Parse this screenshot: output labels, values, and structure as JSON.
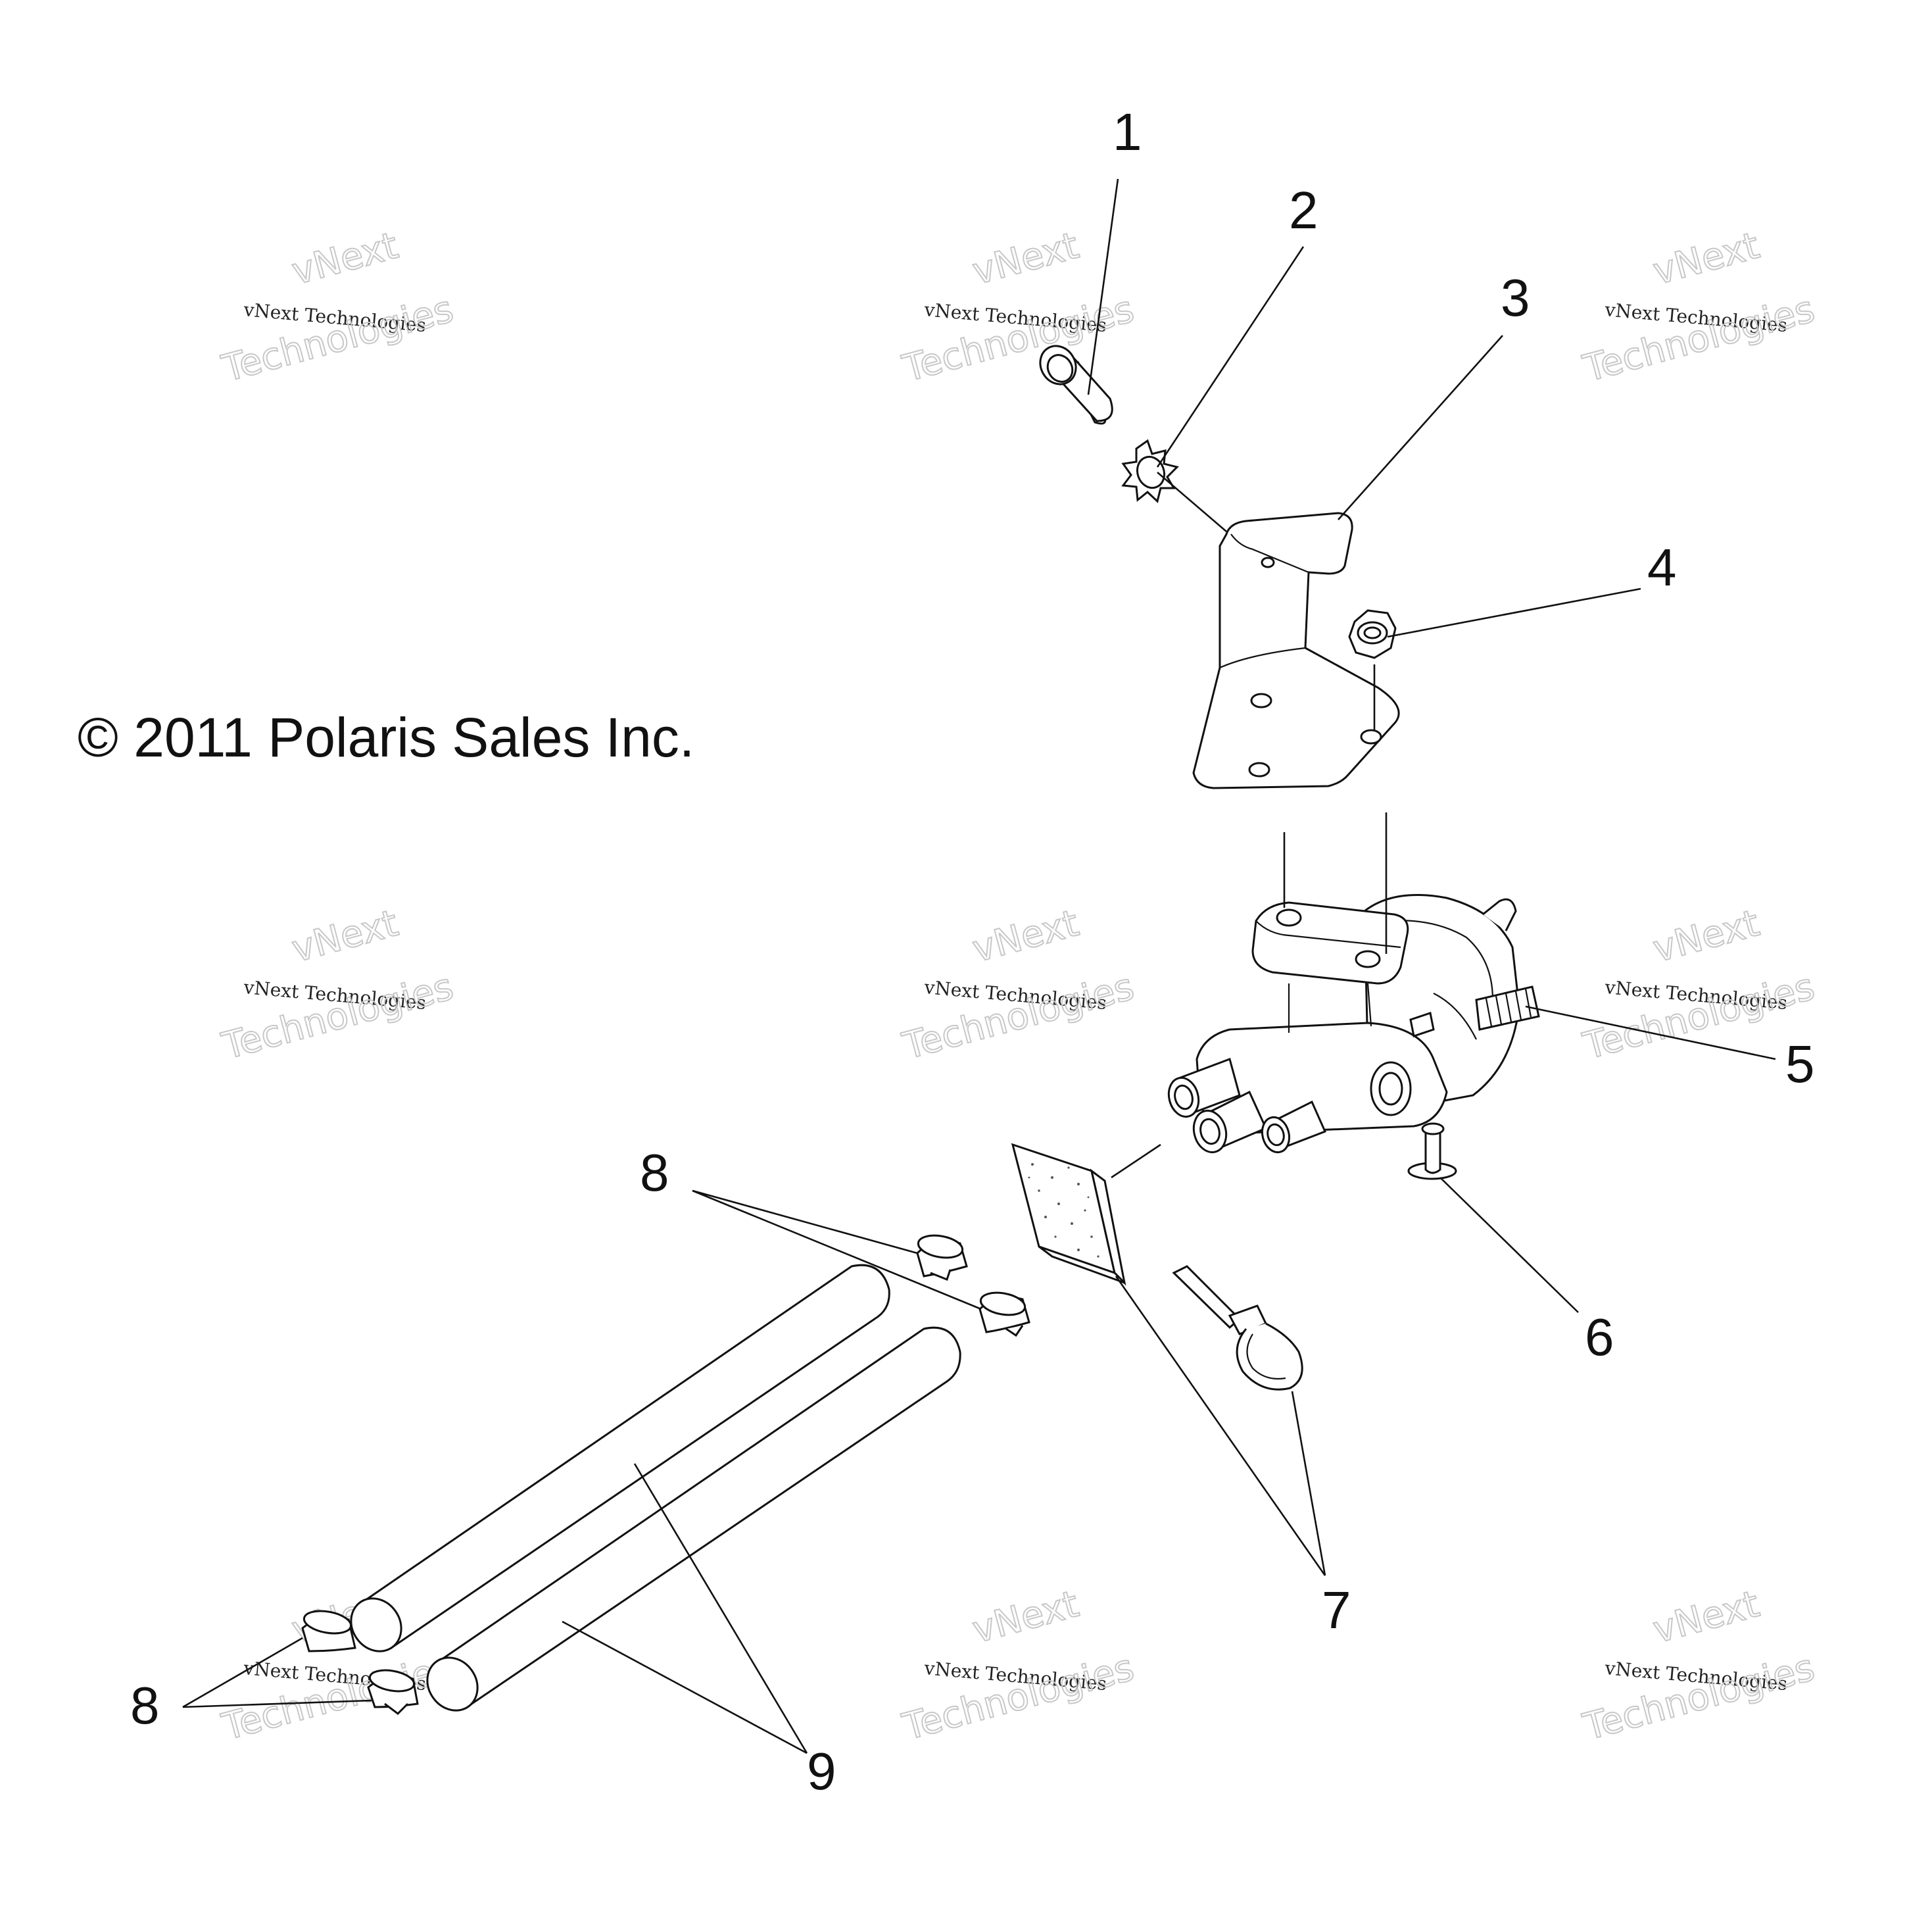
{
  "copyright": "© 2011 Polaris Sales Inc.",
  "callouts": [
    "1",
    "2",
    "3",
    "4",
    "5",
    "6",
    "7",
    "8",
    "9",
    "8"
  ],
  "watermark": {
    "line_small": "vNext Technologies",
    "line_big": "Technologies",
    "line_top": "vNext"
  },
  "parts": [
    {
      "id": 1,
      "icon": "flange-bolt-icon"
    },
    {
      "id": 2,
      "icon": "star-washer-icon"
    },
    {
      "id": 3,
      "icon": "mounting-bracket-icon"
    },
    {
      "id": 4,
      "icon": "hex-nut-icon"
    },
    {
      "id": 5,
      "icon": "valve-assembly-icon"
    },
    {
      "id": 6,
      "icon": "flange-bolt-icon"
    },
    {
      "id": 7,
      "icon": "foam-pad-icon"
    },
    {
      "id": 8,
      "icon": "hose-clamp-icon"
    },
    {
      "id": 9,
      "icon": "hose-icon"
    }
  ],
  "colors": {
    "line": "#111111",
    "watermark": "#c8c8c8",
    "background": "#ffffff"
  }
}
